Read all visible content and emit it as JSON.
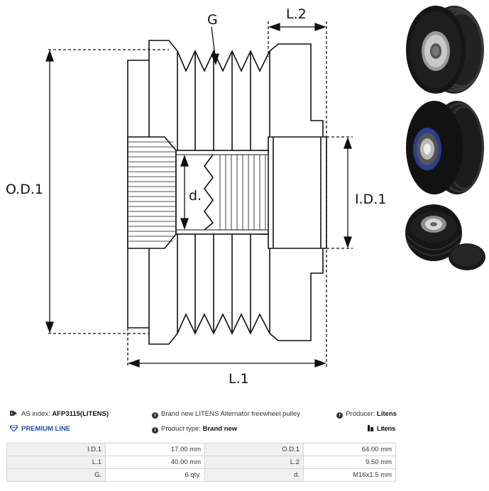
{
  "drawing": {
    "labels": {
      "g": "G",
      "l2": "L.2",
      "od1": "O.D.1",
      "id1": "I.D.1",
      "d": "d.",
      "l1": "L.1"
    }
  },
  "info": {
    "as_index_label": "AS index:",
    "as_index_value": "AFP3115(LITENS)",
    "description": "Brand new LITENS Alternator freewheel pulley",
    "producer_label": "Producer:",
    "producer_value": "Litens",
    "premium_line": "PREMIUM LINE",
    "product_type_label": "Product type:",
    "product_type_value": "Brand new",
    "brand_logo_text": "Litens"
  },
  "specs": {
    "rows": [
      {
        "label1": "I.D.1",
        "value1": "17.00 mm",
        "label2": "O.D.1",
        "value2": "64.00 mm"
      },
      {
        "label1": "L.1",
        "value1": "40.00 mm",
        "label2": "L.2",
        "value2": "9.50 mm"
      },
      {
        "label1": "G.",
        "value1": "6 qty.",
        "label2": "d.",
        "value2": "M16x1.5 mm"
      }
    ]
  },
  "colors": {
    "premium": "#1f4ea3",
    "pulley_body": "#1c1c1c",
    "table_border": "#d4d4d4",
    "table_label_bg": "#f0f0f0"
  }
}
